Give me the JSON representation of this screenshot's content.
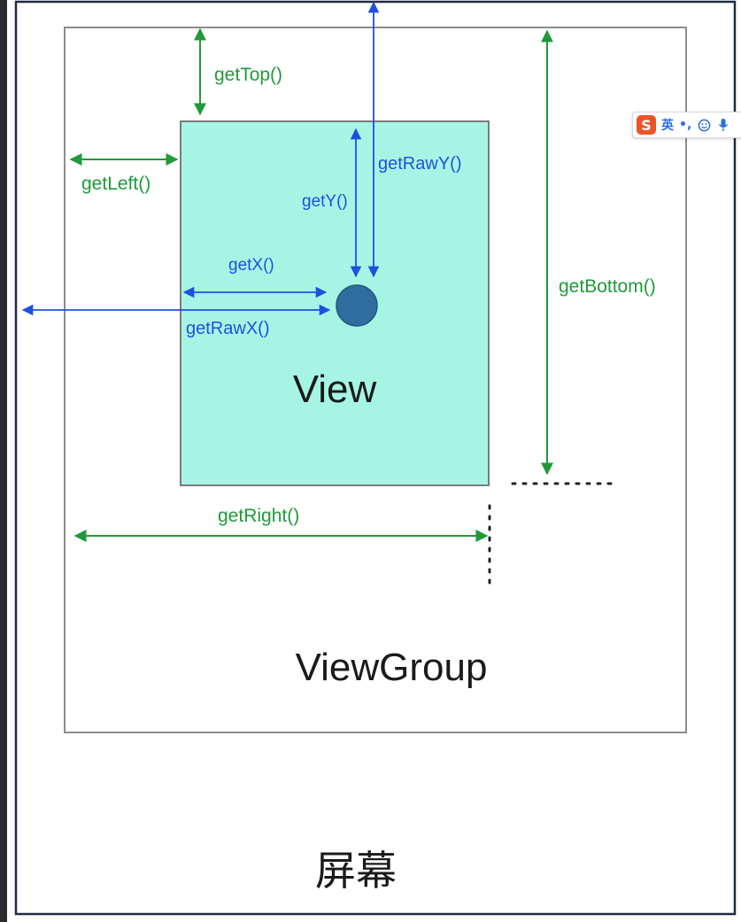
{
  "labels": {
    "get_top": "getTop()",
    "get_left": "getLeft()",
    "get_raw_y": "getRawY()",
    "get_y": "getY()",
    "get_x": "getX()",
    "get_raw_x": "getRawX()",
    "get_bottom": "getBottom()",
    "get_right": "getRight()",
    "view": "View",
    "view_group": "ViewGroup",
    "screen": "屏幕"
  },
  "ime_toolbar": {
    "logo": "S",
    "mode": "英",
    "punct": "•,",
    "emoji_icon": "smiley-icon",
    "voice_icon": "microphone-icon"
  },
  "colors": {
    "screen_border": "#1f2a44",
    "viewgroup_border": "#8c8c8c",
    "view_fill": "#a6f5e4",
    "view_border": "#7b7b7b",
    "green_arrow": "#1f9a3a",
    "blue_arrow": "#1f4fe0",
    "touch_point": "#2f6d9e",
    "dots": "#222222"
  }
}
